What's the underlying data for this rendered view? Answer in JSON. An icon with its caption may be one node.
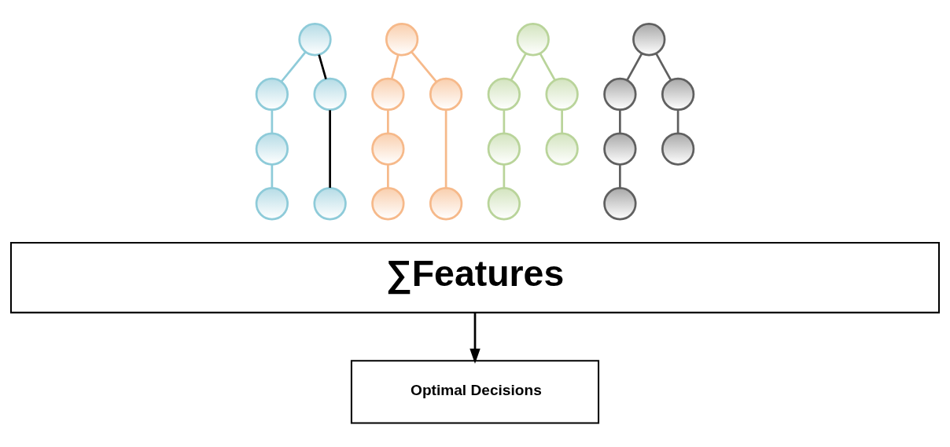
{
  "diagram": {
    "nodes": [
      {
        "text": [],
        "shape": "circle"
      },
      {
        "text": [],
        "shape": "circle"
      },
      {
        "text": [],
        "shape": "circle"
      },
      {
        "text": [],
        "shape": "circle"
      },
      {
        "text": [],
        "shape": "circle"
      },
      {
        "text": [],
        "shape": "circle"
      },
      {
        "text": [],
        "shape": "circle"
      },
      {
        "text": [],
        "shape": "circle"
      },
      {
        "text": [],
        "shape": "circle"
      },
      {
        "text": [],
        "shape": "circle"
      },
      {
        "text": [],
        "shape": "circle"
      },
      {
        "text": [],
        "shape": "circle"
      },
      {
        "text": [],
        "shape": "circle"
      },
      {
        "text": [],
        "shape": "circle"
      },
      {
        "text": [],
        "shape": "circle"
      },
      {
        "text": [],
        "shape": "circle"
      },
      {
        "text": [],
        "shape": "circle"
      },
      {
        "text": [],
        "shape": "circle"
      },
      {
        "text": [],
        "shape": "circle"
      },
      {
        "text": [],
        "shape": "circle"
      },
      {
        "text": [],
        "shape": "circle"
      },
      {
        "text": [],
        "shape": "circle"
      },
      {
        "text": [],
        "shape": "circle"
      },
      {
        "text": [],
        "shape": "circle"
      },
      {
        "text": [
          "∑Features"
        ]
      },
      {
        "text": [
          "Optimal Decisions"
        ]
      }
    ],
    "edges": [
      {
        "from": 0,
        "to": 1,
        "arrow": "none",
        "color": "#8ecbd9"
      },
      {
        "from": 1,
        "to": 2,
        "arrow": "none",
        "color": "#8ecbd9"
      },
      {
        "from": 2,
        "to": 3,
        "arrow": "none",
        "color": "#8ecbd9"
      },
      {
        "from": 0,
        "to": 4,
        "arrow": "none",
        "color": "#000000"
      },
      {
        "from": 4,
        "to": 5,
        "arrow": "none",
        "color": "#000000"
      },
      {
        "from": 6,
        "to": 7,
        "arrow": "none",
        "color": "#f6b98a"
      },
      {
        "from": 7,
        "to": 8,
        "arrow": "none",
        "color": "#f6b98a"
      },
      {
        "from": 8,
        "to": 9,
        "arrow": "none",
        "color": "#f6b98a"
      },
      {
        "from": 6,
        "to": 10,
        "arrow": "none",
        "color": "#f6b98a"
      },
      {
        "from": 10,
        "to": 11,
        "arrow": "none",
        "color": "#f6b98a"
      },
      {
        "from": 12,
        "to": 13,
        "arrow": "none",
        "color": "#b9d49a"
      },
      {
        "from": 13,
        "to": 14,
        "arrow": "none",
        "color": "#b9d49a"
      },
      {
        "from": 14,
        "to": 15,
        "arrow": "none",
        "color": "#b9d49a"
      },
      {
        "from": 12,
        "to": 16,
        "arrow": "none",
        "color": "#b9d49a"
      },
      {
        "from": 16,
        "to": 17,
        "arrow": "none",
        "color": "#b9d49a"
      },
      {
        "from": 18,
        "to": 19,
        "arrow": "none",
        "color": "#606060"
      },
      {
        "from": 19,
        "to": 20,
        "arrow": "none",
        "color": "#606060"
      },
      {
        "from": 20,
        "to": 21,
        "arrow": "none",
        "color": "#606060"
      },
      {
        "from": 18,
        "to": 22,
        "arrow": "none",
        "color": "#606060"
      },
      {
        "from": 22,
        "to": 23,
        "arrow": "none",
        "color": "#606060"
      },
      {
        "from": 24,
        "to": 25,
        "arrow": "to",
        "color": "#000000"
      }
    ]
  }
}
